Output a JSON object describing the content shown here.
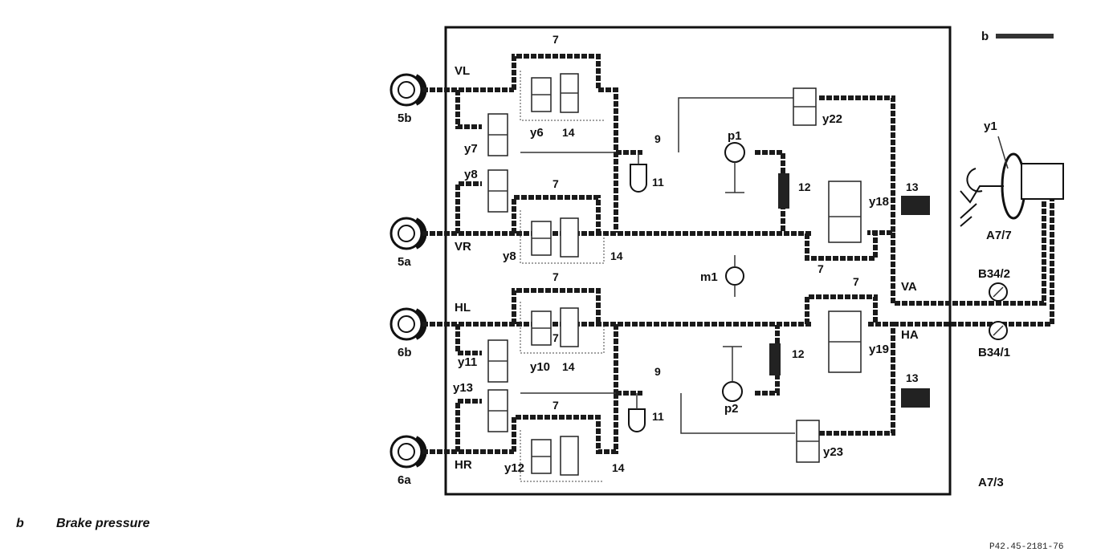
{
  "caption": {
    "letter": "b",
    "text": "Brake pressure"
  },
  "figure_ref": "P42.45-2181-76",
  "corner_label": "b",
  "labels": {
    "wheel_5b": "5b",
    "wheel_5a": "5a",
    "wheel_6b": "6b",
    "wheel_6a": "6a",
    "VL": "VL",
    "VR": "VR",
    "HL": "HL",
    "HR": "HR",
    "VA": "VA",
    "HA": "HA",
    "y1": "y1",
    "A7_7": "A7/7",
    "A7_3": "A7/3",
    "B34_2": "B34/2",
    "B34_1": "B34/1",
    "y6": "y6",
    "y7": "y7",
    "y8a": "y8",
    "y8b": "y8",
    "y10": "y10",
    "y11": "y11",
    "y12": "y12",
    "y13": "y13",
    "y18": "y18",
    "y19": "y19",
    "y22": "y22",
    "y23": "y23",
    "p1": "p1",
    "p2": "p2",
    "m1": "m1",
    "n7a": "7",
    "n7b": "7",
    "n7c": "7",
    "n7d": "7",
    "n7e": "7",
    "n7f": "7",
    "n7g": "7",
    "n9a": "9",
    "n9b": "9",
    "n11a": "11",
    "n11b": "11",
    "n12a": "12",
    "n12b": "12",
    "n13a": "13",
    "n13b": "13",
    "n14a": "14",
    "n14b": "14",
    "n14c": "14",
    "n14d": "14"
  }
}
